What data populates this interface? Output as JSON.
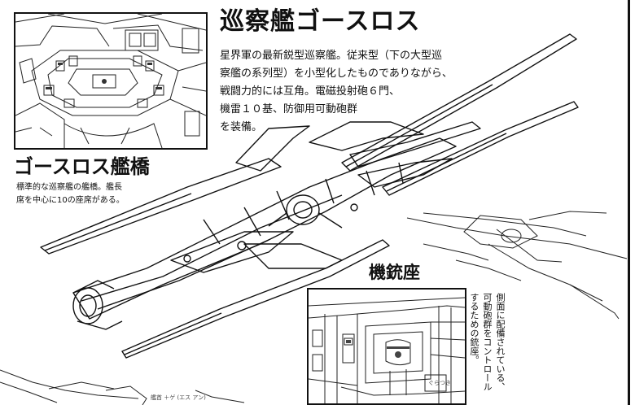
{
  "page": {
    "title": "巡察艦ゴースロス",
    "description": "星界軍の最新鋭型巡察艦。従来型（下の大型巡\n察艦の系列型）を小型化したものでありながら、\n戦闘力的には互角。電磁投射砲６門、\n機雷１０基、防御用可動砲群\nを装備。"
  },
  "bridge": {
    "title": "ゴースロス艦橋",
    "caption": "標準的な巡察艦の艦橋。艦長\n席を中心に10の座席がある。"
  },
  "gun_seat": {
    "title": "機銃座",
    "caption": "側面に配備されている、\n可動砲群をコントロール\nするための銃座。"
  },
  "notes": {
    "gun_sketch_note": "ぐらつき",
    "bottom_note": "艦首 ＋ゲ\n(エス アン)"
  }
}
